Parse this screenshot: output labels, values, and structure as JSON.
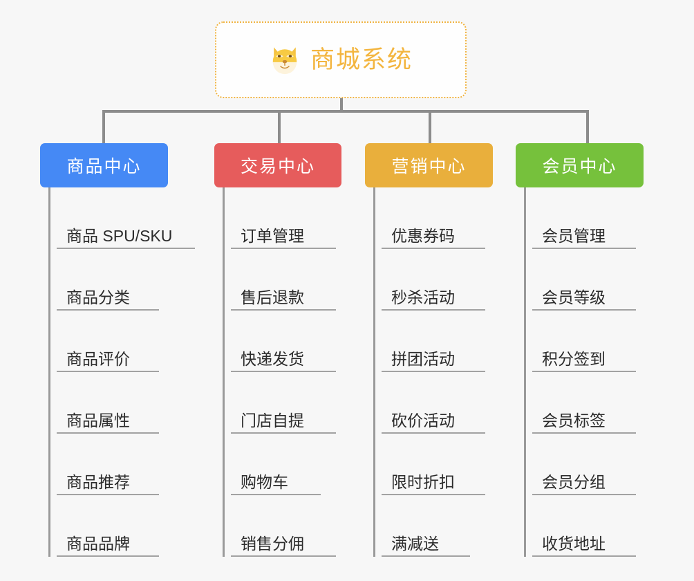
{
  "diagram": {
    "type": "mindmap-orgchart",
    "background_color": "#f7f7f7",
    "root": {
      "title": "商城系统",
      "icon": "shiba-dog-face-icon",
      "border_color": "#f0b442",
      "text_color": "#f3b53f",
      "background_color": "#fefefe"
    },
    "groups": [
      {
        "label": "商品中心",
        "color": "#4589f5",
        "items": [
          "商品 SPU/SKU",
          "商品分类",
          "商品评价",
          "商品属性",
          "商品推荐",
          "商品品牌"
        ]
      },
      {
        "label": "交易中心",
        "color": "#e65c5c",
        "items": [
          "订单管理",
          "售后退款",
          "快递发货",
          "门店自提",
          "购物车",
          "销售分佣"
        ]
      },
      {
        "label": "营销中心",
        "color": "#e9af3c",
        "items": [
          "优惠券码",
          "秒杀活动",
          "拼团活动",
          "砍价活动",
          "限时折扣",
          "满减送"
        ]
      },
      {
        "label": "会员中心",
        "color": "#76c13c",
        "items": [
          "会员管理",
          "会员等级",
          "积分签到",
          "会员标签",
          "会员分组",
          "收货地址"
        ]
      }
    ],
    "connector_color": "#8c8c8c",
    "spine_color": "#9a9a9a",
    "rule_color": "#a2a2a2"
  },
  "layout": {
    "group_left": [
      58,
      310,
      528,
      746
    ],
    "group_width": [
      185,
      184,
      185,
      185
    ],
    "drop_left": [
      148,
      402,
      620,
      848
    ],
    "leaf_rule_width": [
      200,
      160,
      158,
      158
    ]
  }
}
